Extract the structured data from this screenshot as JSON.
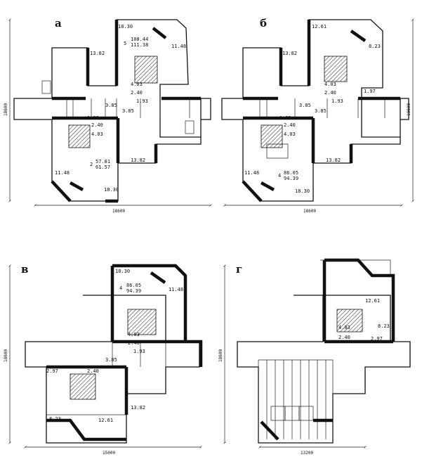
{
  "plans": [
    {
      "letter": "а",
      "dims": {
        "bottom": "18600",
        "side": "18600"
      },
      "labels": {
        "r1830a": "18.30",
        "unit5": "5",
        "area5a": "108.44",
        "area5b": "111.38",
        "r1148a": "11.48",
        "r1382a": "13.82",
        "r403a": "4.03",
        "r240a": "2.40",
        "r193a": "1.93",
        "r385a": "3.85",
        "r385b": "3.85",
        "r193b": "1.93",
        "r240b": "2.40",
        "r403b": "4.03",
        "unit2": "2",
        "area2a": "57.81",
        "area2b": "61.57",
        "r1382b": "13.82",
        "r1148b": "11.48",
        "r1830b": "18.30"
      }
    },
    {
      "letter": "б",
      "dims": {
        "bottom": "18600",
        "side": "18600"
      },
      "labels": {
        "r1261": "12.61",
        "r823": "8.23",
        "r1382a": "13.82",
        "r403a": "4.03",
        "r240a": "2.40",
        "r197": "1.97",
        "r385a": "3.85",
        "r385b": "3.85",
        "r193a": "1.93",
        "r193b": "1.93",
        "r240b": "2.40",
        "r403b": "4.03",
        "r1382b": "13.82",
        "r1148": "11.48",
        "unit4": "4",
        "area4a": "86.05",
        "area4b": "94.39",
        "r1830": "18.30"
      }
    },
    {
      "letter": "в",
      "dims": {
        "bottom": "15000",
        "side": "18600"
      },
      "labels": {
        "r1830": "18.30",
        "unit4": "4",
        "area4a": "86.05",
        "area4b": "94.39",
        "r1148": "11.48",
        "r403": "4.03",
        "r240a": "2.40",
        "r193": "1.93",
        "r385": "3.85",
        "r297": "2.97",
        "r240b": "2.40",
        "r1382": "13.82",
        "r823": "8.23",
        "r1261": "12.61"
      }
    },
    {
      "letter": "г",
      "dims": {
        "bottom": "13200",
        "side": "18600"
      },
      "labels": {
        "r1261": "12.61",
        "r403": "4.03",
        "r823": "8.23",
        "r240": "2.40",
        "r297": "2.97"
      }
    }
  ]
}
